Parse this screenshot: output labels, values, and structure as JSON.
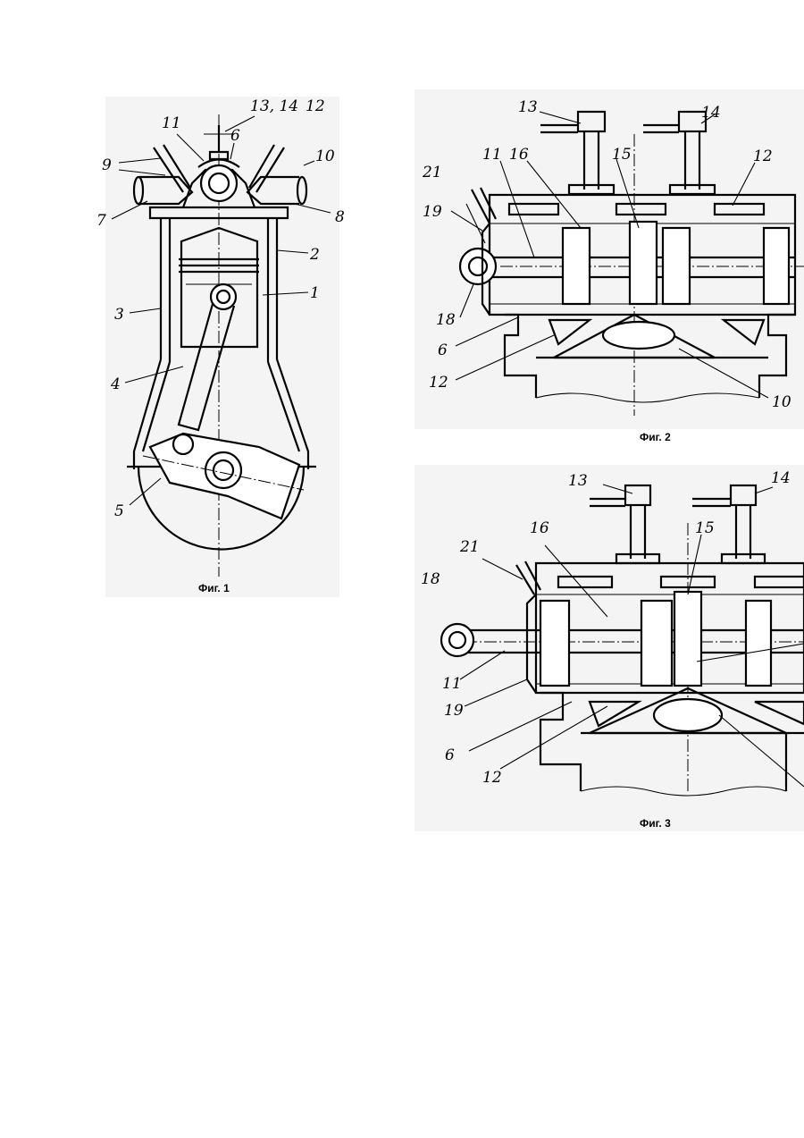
{
  "figures": [
    {
      "caption": "Фиг. 1",
      "labels": [
        "1",
        "2",
        "3",
        "4",
        "5",
        "6",
        "7",
        "8",
        "9",
        "10",
        "11",
        "12",
        "13, 14"
      ]
    },
    {
      "caption": "Фиг. 2",
      "labels": [
        "6",
        "10",
        "11",
        "12",
        "12",
        "13",
        "14",
        "15",
        "16",
        "18",
        "19",
        "21"
      ]
    },
    {
      "caption": "Фиг. 3",
      "labels": [
        "6",
        "11",
        "12",
        "13",
        "14",
        "15",
        "16",
        "18",
        "19",
        "21"
      ]
    }
  ]
}
